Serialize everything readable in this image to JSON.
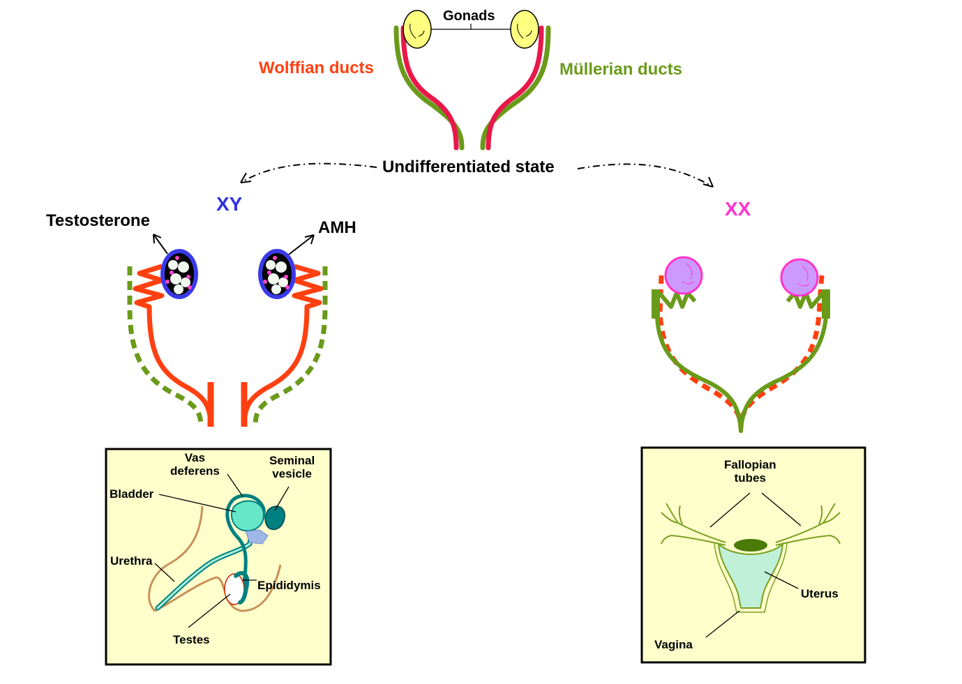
{
  "undifferentiated": {
    "gonads_label": "Gonads",
    "wolffian_label": "Wolffian ducts",
    "mullerian_label": "Müllerian ducts",
    "state_label": "Undifferentiated state"
  },
  "male": {
    "karyotype": "XY",
    "hormone_left": "Testosterone",
    "hormone_right": "AMH",
    "anatomy_labels": {
      "vas_deferens": "Vas\ndeferens",
      "seminal_vesicle": "Seminal\nvesicle",
      "bladder": "Bladder",
      "urethra": "Urethra",
      "epididymis": "Epididymis",
      "testes": "Testes"
    }
  },
  "female": {
    "karyotype": "XX",
    "anatomy_labels": {
      "fallopian_tubes": "Fallopian\ntubes",
      "uterus": "Uterus",
      "vagina": "Vagina"
    }
  },
  "colors": {
    "wolffian_red": "#e8184a",
    "wolffian_orange": "#ff4010",
    "mullerian_green": "#6a9a1a",
    "gonad_yellow": "#ffff80",
    "xy_blue": "#3030e0",
    "xx_pink": "#ff33cc",
    "ovary_purple": "#cc99ff",
    "panel_bg": "#ffffcc",
    "teal": "#008080",
    "body_tan": "#c8915a"
  }
}
